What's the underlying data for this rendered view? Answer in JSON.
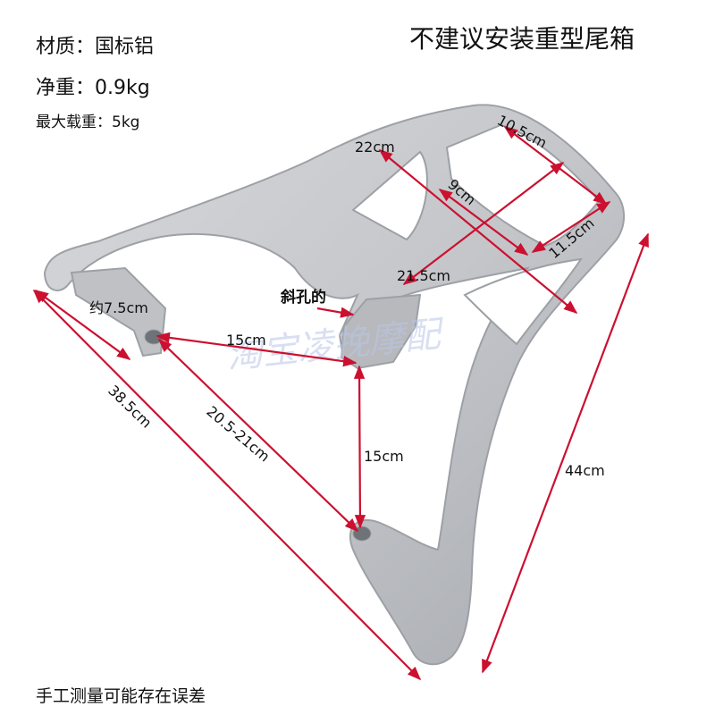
{
  "specs": {
    "material": "材质：国标铝",
    "net_weight": "净重：0.9kg",
    "max_load": "最大载重：5kg"
  },
  "warning": "不建议安装重型尾箱",
  "footer_note": "手工测量可能存在误差",
  "watermark": "淘宝凌挽摩配",
  "hole_note": "斜孔的",
  "dimensions": {
    "top_short": "10.5cm",
    "top_long": "22cm",
    "inner": "9cm",
    "side_right": "11.5cm",
    "diag_center": "21.5cm",
    "left_tab": "约7.5cm",
    "hole_horizontal": "15cm",
    "hole_vertical": "15cm",
    "hole_diagonal": "20.5-21cm",
    "left_overall": "38.5cm",
    "right_overall": "44cm"
  },
  "colors": {
    "metal": "#c4c6ca",
    "metal_dark": "#8e9196",
    "dimension_line": "#cc1030"
  }
}
